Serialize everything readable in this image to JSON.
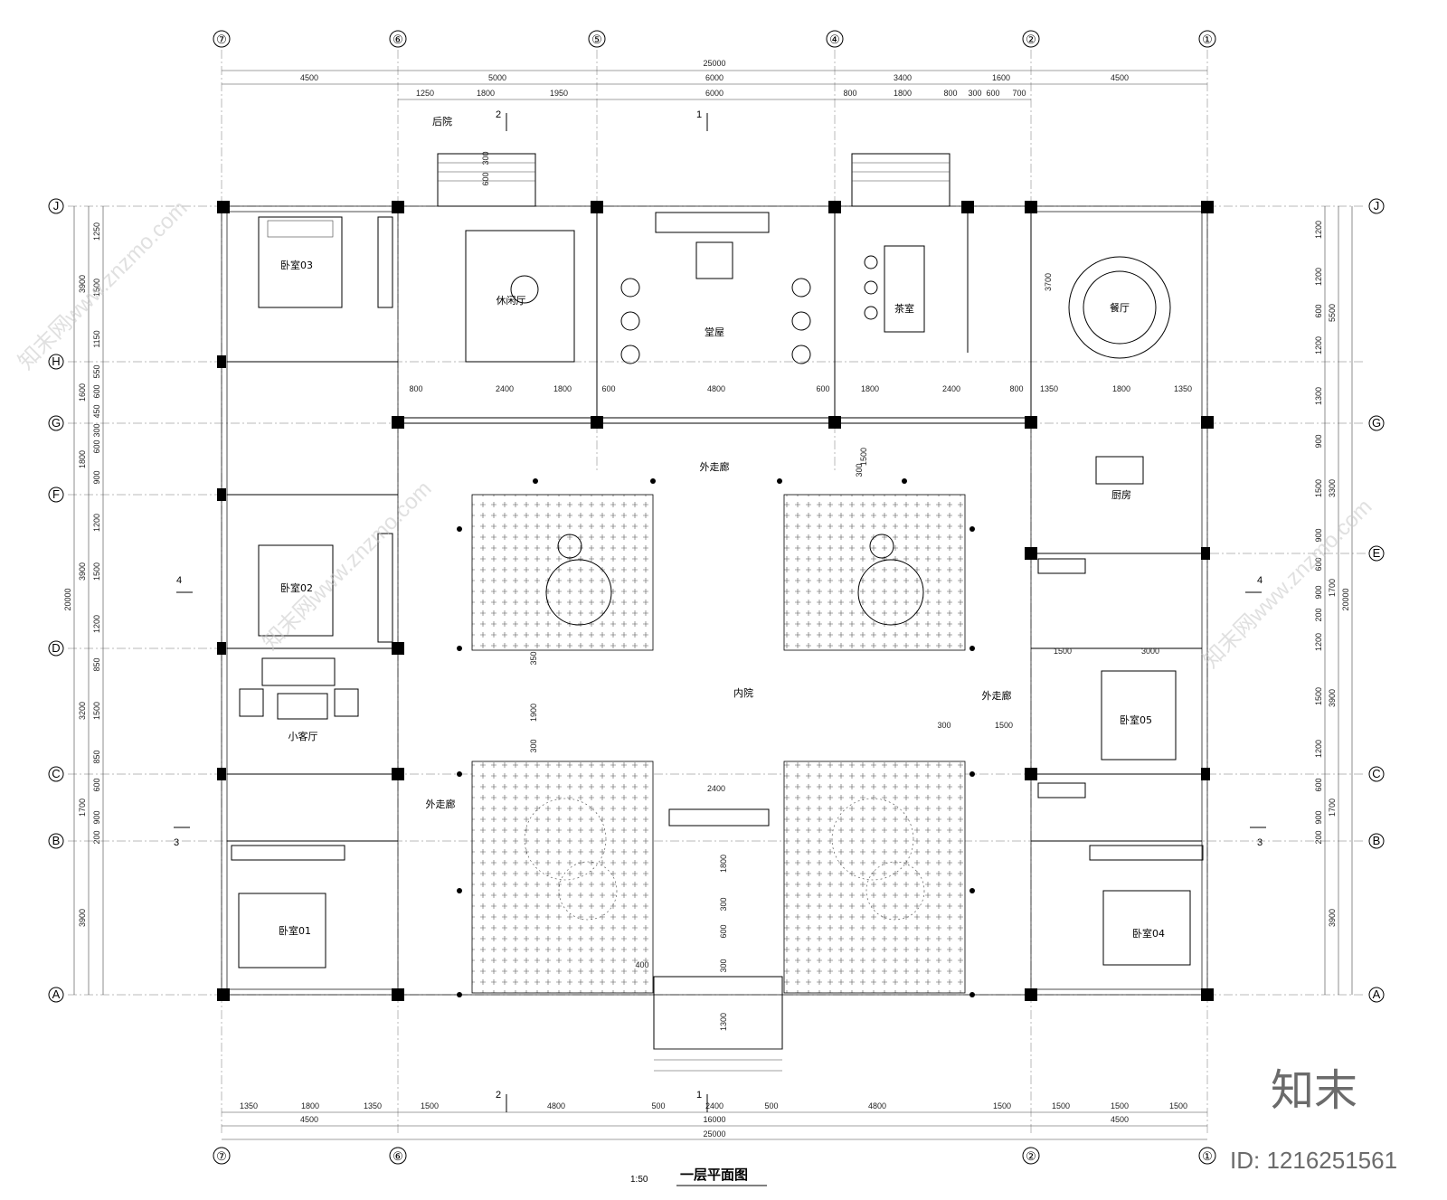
{
  "drawing": {
    "title": "一层平面图",
    "scale": "1:50"
  },
  "axes": {
    "columns": [
      "⑦",
      "⑥",
      "⑤",
      "④",
      "②",
      "①"
    ],
    "rows": [
      "J",
      "H",
      "G",
      "F",
      "E",
      "D",
      "C",
      "B",
      "A"
    ]
  },
  "rooms": {
    "bedroom_03": "卧室03",
    "bedroom_02": "卧室02",
    "bedroom_01": "卧室01",
    "bedroom_04": "卧室04",
    "bedroom_05": "卧室05",
    "leisure_hall": "休闲厅",
    "main_hall": "堂屋",
    "tea_room": "茶室",
    "dining": "餐厅",
    "kitchen": "厨房",
    "small_living": "小客厅",
    "inner_court": "内院",
    "back_yard": "后院",
    "corridor_top": "外走廊",
    "corridor_left": "外走廊",
    "corridor_right": "外走廊"
  },
  "dimensions": {
    "top_total": "25000",
    "top_row1": [
      "4500",
      "5000",
      "6000",
      "3400",
      "1600",
      "4500"
    ],
    "top_row2": [
      "1250",
      "1800",
      "1950",
      "6000",
      "800",
      "1800",
      "800",
      "300",
      "600",
      "700"
    ],
    "bottom_row1": [
      "1350",
      "1800",
      "1350",
      "1500",
      "4800",
      "500",
      "2400",
      "500",
      "4800",
      "1500",
      "1500",
      "1500",
      "1500"
    ],
    "bottom_row2": [
      "4500",
      "16000",
      "4500"
    ],
    "bottom_total": "25000",
    "left_outer": [
      "3900",
      "1600",
      "1800",
      "3900",
      "3200",
      "1700",
      "3900"
    ],
    "left_inner": [
      "1250",
      "1500",
      "1150",
      "550",
      "600",
      "450",
      "300",
      "600",
      "900",
      "1200",
      "1500",
      "1200",
      "850",
      "1500",
      "850",
      "600",
      "900",
      "200"
    ],
    "left_total": "20000",
    "right_outer": [
      "5500",
      "3300",
      "1700",
      "3900",
      "1700",
      "3900"
    ],
    "right_inner": [
      "1200",
      "1200",
      "600",
      "1200",
      "1300",
      "900",
      "1500",
      "900",
      "600",
      "900",
      "200",
      "1200",
      "1500",
      "1200",
      "600",
      "900",
      "200"
    ],
    "right_total": "20000",
    "leisure_row": [
      "800",
      "2400",
      "1800"
    ],
    "hall_row": [
      "600",
      "4800",
      "600"
    ],
    "tea_row": [
      "1800",
      "2400",
      "800"
    ],
    "dining_row": [
      "1350",
      "1800",
      "1350"
    ],
    "court": [
      "2400",
      "1500",
      "1900",
      "350",
      "300",
      "1800",
      "300",
      "600",
      "300",
      "1300",
      "400",
      "3000",
      "1500",
      "300",
      "3700",
      "1500",
      "300",
      "600",
      "300"
    ]
  },
  "section_marks": [
    "1",
    "2",
    "3",
    "4"
  ],
  "watermark": {
    "brand": "知末",
    "id": "ID: 1216251561",
    "site": "知末网www.znzmo.com"
  }
}
